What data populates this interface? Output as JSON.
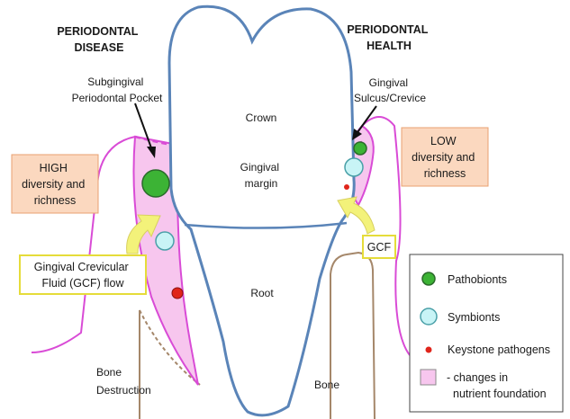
{
  "headers": {
    "disease": [
      "PERIODONTAL",
      "DISEASE"
    ],
    "health": [
      "PERIODONTAL",
      "HEALTH"
    ]
  },
  "tooth": {
    "crown": "Crown",
    "gingival_margin": [
      "Gingival",
      "margin"
    ],
    "root": "Root"
  },
  "annotations": {
    "pocket": [
      "Subgingival",
      "Periodontal Pocket"
    ],
    "sulcus": [
      "Gingival",
      "Sulcus/Crevice"
    ],
    "high": [
      "HIGH",
      "diversity and",
      "richness"
    ],
    "low": [
      "LOW",
      "diversity and",
      "richness"
    ],
    "gcf_flow": [
      "Gingival Crevicular",
      "Fluid (GCF) flow"
    ],
    "gcf": "GCF",
    "bone_destruction": [
      "Bone",
      "Destruction"
    ],
    "bone": "Bone"
  },
  "legend": {
    "items": [
      {
        "label": "Pathobionts",
        "icon": "green-circle"
      },
      {
        "label": "Symbionts",
        "icon": "cyan-circle"
      },
      {
        "label": "Keystone pathogens",
        "icon": "red-dot"
      },
      {
        "label": [
          "- changes in",
          "nutrient foundation"
        ],
        "icon": "pink-square"
      }
    ]
  },
  "colors": {
    "gingiva": "#d94bd6",
    "pocket_fill": "#f7c6ee",
    "tooth_outline": "#5a84b8",
    "bone": "#a5876a",
    "pathobiont": "#3cb335",
    "symbiont": "#c8f4f6",
    "keystone": "#e0251b",
    "orange_box": "#fbd8bf",
    "arrow": "#f3f27a"
  }
}
